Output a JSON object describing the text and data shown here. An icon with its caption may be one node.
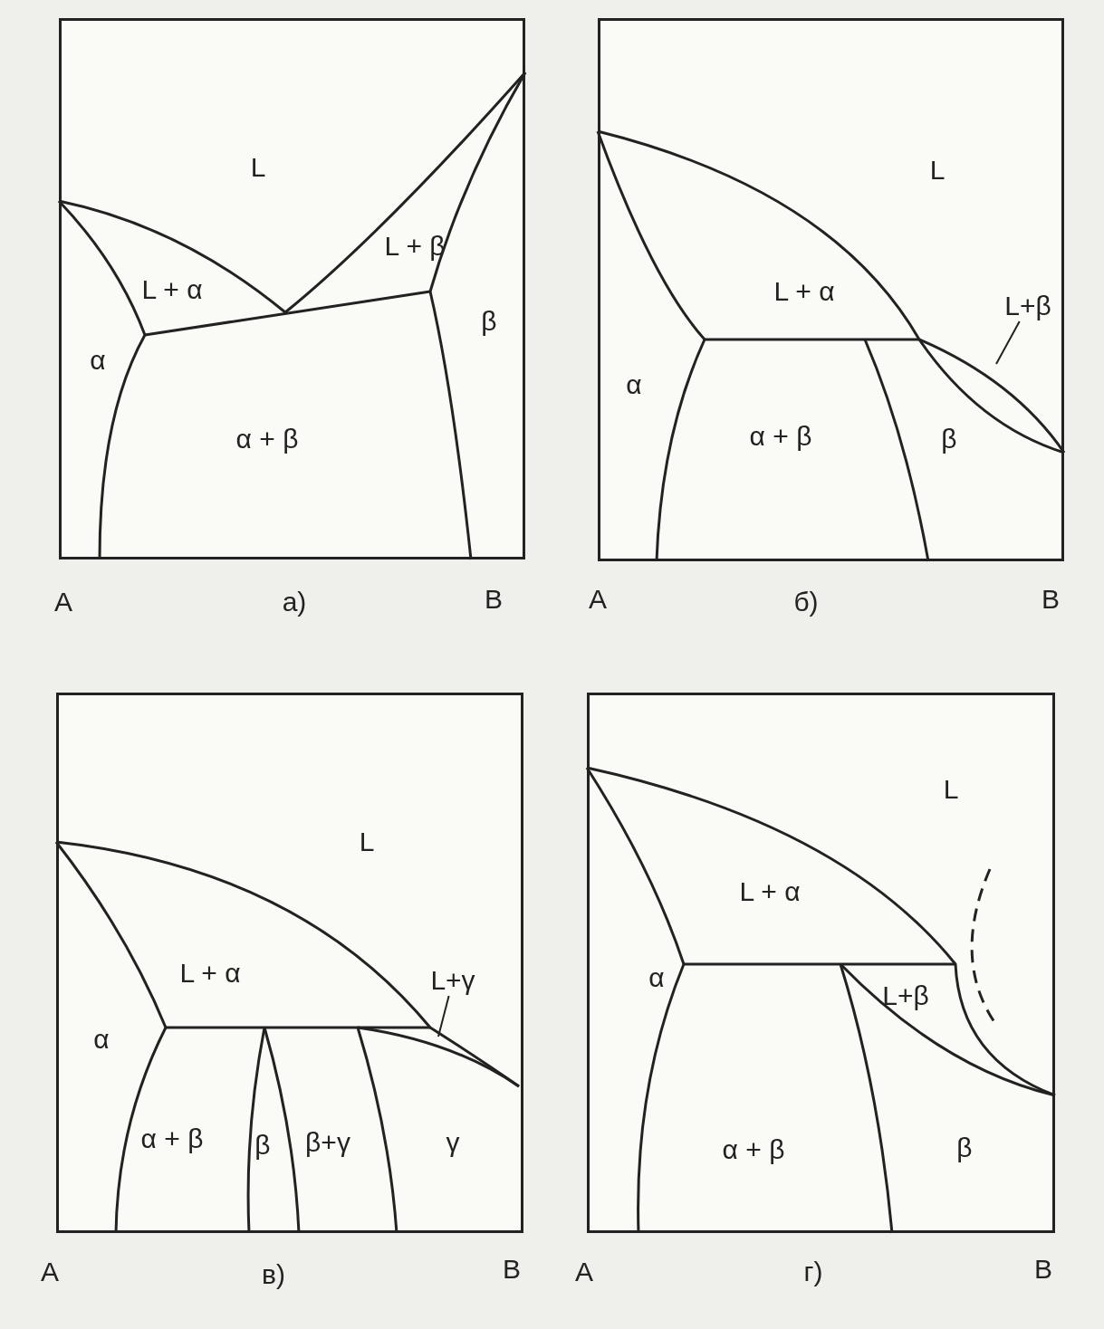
{
  "diagram": {
    "nodes": [
      {
        "text": [
          "L",
          "L + β",
          "L + α",
          "β",
          "α",
          "α + β"
        ],
        "beside": [
          "A",
          "B",
          "а)"
        ]
      },
      {
        "text": [
          "L",
          "L + α",
          "β",
          "α",
          "α + β"
        ],
        "beside": [
          "A",
          "B",
          "б)"
        ]
      },
      {
        "text": [
          "L+β"
        ],
        "in": 1
      },
      {
        "text": [
          "L",
          "L + α",
          "α",
          "α + β",
          "β",
          "β+γ",
          "γ"
        ],
        "beside": [
          "A",
          "B",
          "в)"
        ]
      },
      {
        "text": [
          "L+γ"
        ],
        "in": 3
      },
      {
        "text": [
          "L",
          "L + α",
          "L+β",
          "α",
          "α + β",
          "β"
        ],
        "beside": [
          "A",
          "B",
          "г)"
        ]
      }
    ],
    "edges": [
      {
        "from": 2,
        "to": null,
        "arrow": "none"
      },
      {
        "from": 4,
        "to": null,
        "arrow": "none"
      }
    ]
  }
}
